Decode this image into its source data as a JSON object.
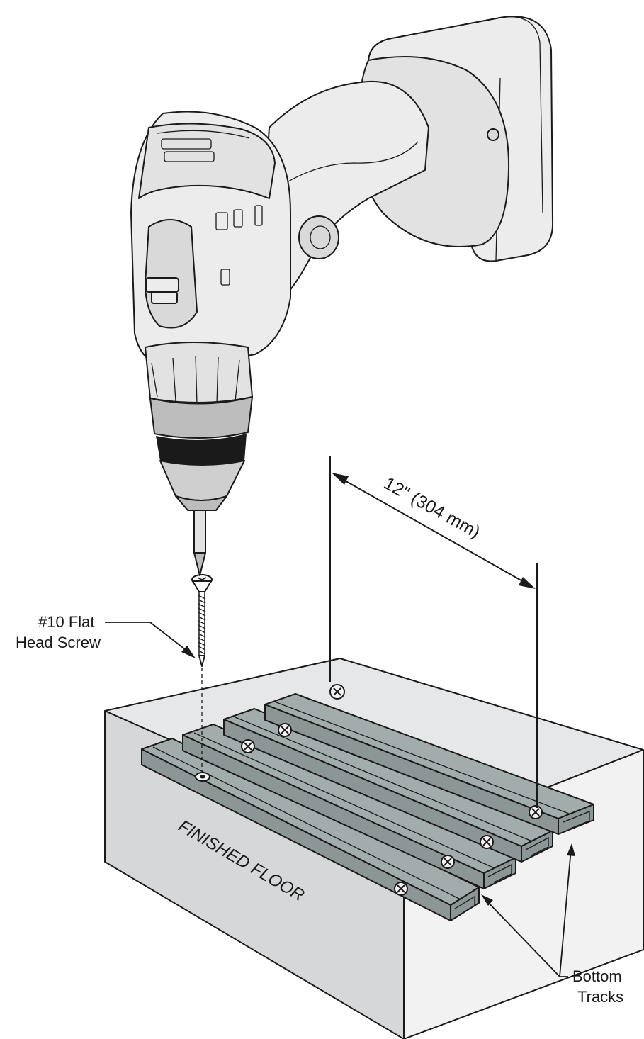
{
  "labels": {
    "screw_line1": "#10 Flat",
    "screw_line2": "Head Screw",
    "dimension": "12\" (304 mm)",
    "floor": "FINISHED FLOOR",
    "tracks_line1": "Bottom",
    "tracks_line2": "Tracks"
  },
  "colors": {
    "line": "#1a1a1a",
    "drill_body": "#ececec",
    "drill_shade": "#d9d9d9",
    "drill_dark": "#bdbdbd",
    "track_top": "#a3acad",
    "track_side": "#8c9697",
    "floor_top": "#e6e7e8",
    "floor_left": "#d6d7d8",
    "floor_right": "#f2f2f2"
  },
  "icons": {
    "drill": "cordless-drill-icon",
    "screw": "flat-head-screw-icon"
  }
}
